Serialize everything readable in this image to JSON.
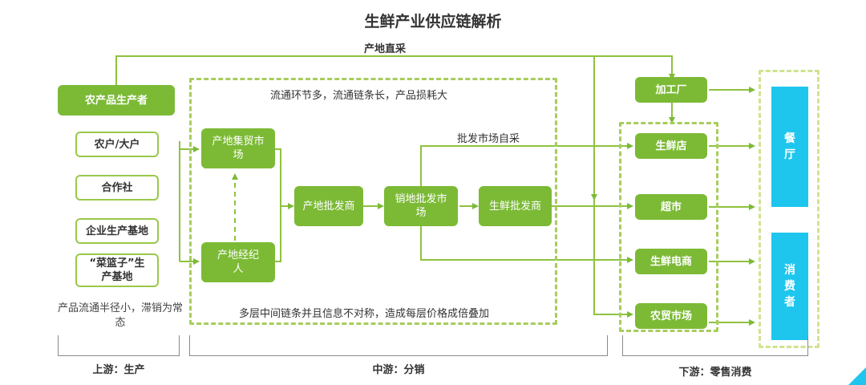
{
  "title": "生鲜产业供应链解析",
  "labels": {
    "direct_purchase": "产地直采",
    "wholesale_self_purchase": "批发市场自采",
    "mid_note_top": "流通环节多，流通链条长，产品损耗大",
    "mid_note_bottom": "多层中间链条并且信息不对称，造成每层价格成倍叠加",
    "up_note": "产品流通半径小，滞销为常态"
  },
  "upstream": {
    "header": "农产品生产者",
    "producers": [
      "农户/大户",
      "合作社",
      "企业生产基地",
      "“菜篮子”生产基地"
    ]
  },
  "midstream": {
    "origin_market": "产地集贸市场",
    "origin_broker": "产地经纪人",
    "origin_wholesaler": "产地批发商",
    "sales_wholesale_market": "销地批发市场",
    "fresh_wholesaler": "生鲜批发商"
  },
  "downstream": {
    "processing_plant": "加工厂",
    "retail": [
      "生鲜店",
      "超市",
      "生鲜电商",
      "农贸市场"
    ]
  },
  "consumers": {
    "restaurant": "餐厅",
    "consumer": "消费者"
  },
  "tiers": {
    "upstream": "上游：生产",
    "midstream": "中游：分销",
    "downstream": "下游：零售消费"
  },
  "colors": {
    "green": "#7cba36",
    "light_green": "#a7cd5d",
    "blue": "#1ec6ee"
  }
}
